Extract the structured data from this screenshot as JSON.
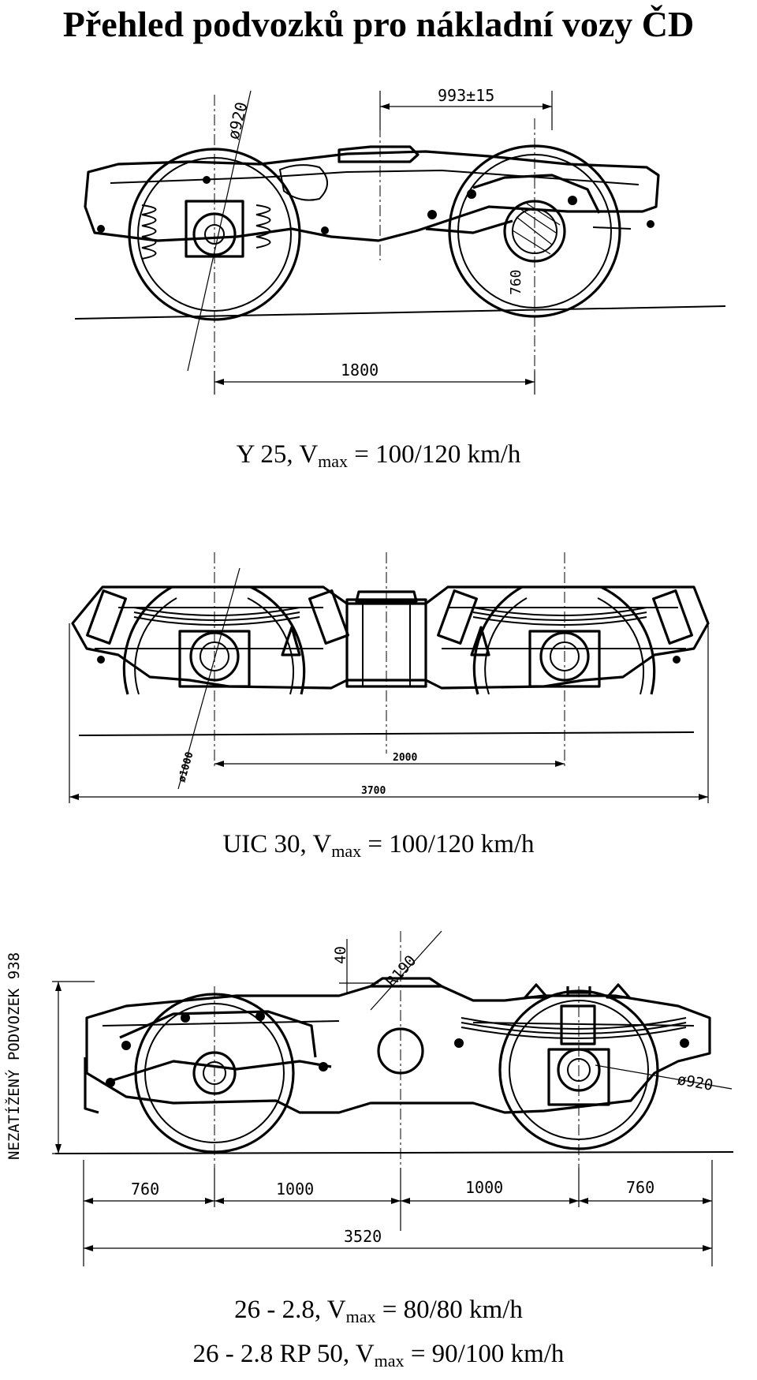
{
  "title": "Přehled podvozků pro nákladní vozy ČD",
  "bogies": [
    {
      "id": "y25",
      "caption": {
        "prefix": "Y 25, V",
        "sub": "max",
        "suffix": " = 100/120 km/h"
      },
      "dimensions": {
        "wheel_diameter": "ø920",
        "pivot_offset": "993±15",
        "axle_gauge": "760",
        "wheelbase": "1800"
      }
    },
    {
      "id": "uic30",
      "caption": {
        "prefix": "UIC 30, V",
        "sub": "max",
        "suffix": " = 100/120 km/h"
      },
      "dimensions": {
        "wheel_diameter": "ø1000",
        "wheelbase": "2000",
        "frame_length": "3700"
      }
    },
    {
      "id": "r26",
      "captions": [
        {
          "prefix": "26 - 2.8, V",
          "sub": "max",
          "suffix": " = 80/80 km/h"
        },
        {
          "prefix": "26 - 2.8 RP 50, V",
          "sub": "max",
          "suffix": " = 90/100 km/h"
        }
      ],
      "dimensions": {
        "side_label": "NEZATÍŽENÝ PODVOZEK  938",
        "dim_40": "40",
        "radius": "R190",
        "wheel_diameter": "ø920",
        "seg1": "760",
        "seg2": "1000",
        "seg3": "1000",
        "seg4": "760",
        "total": "3520"
      }
    }
  ]
}
